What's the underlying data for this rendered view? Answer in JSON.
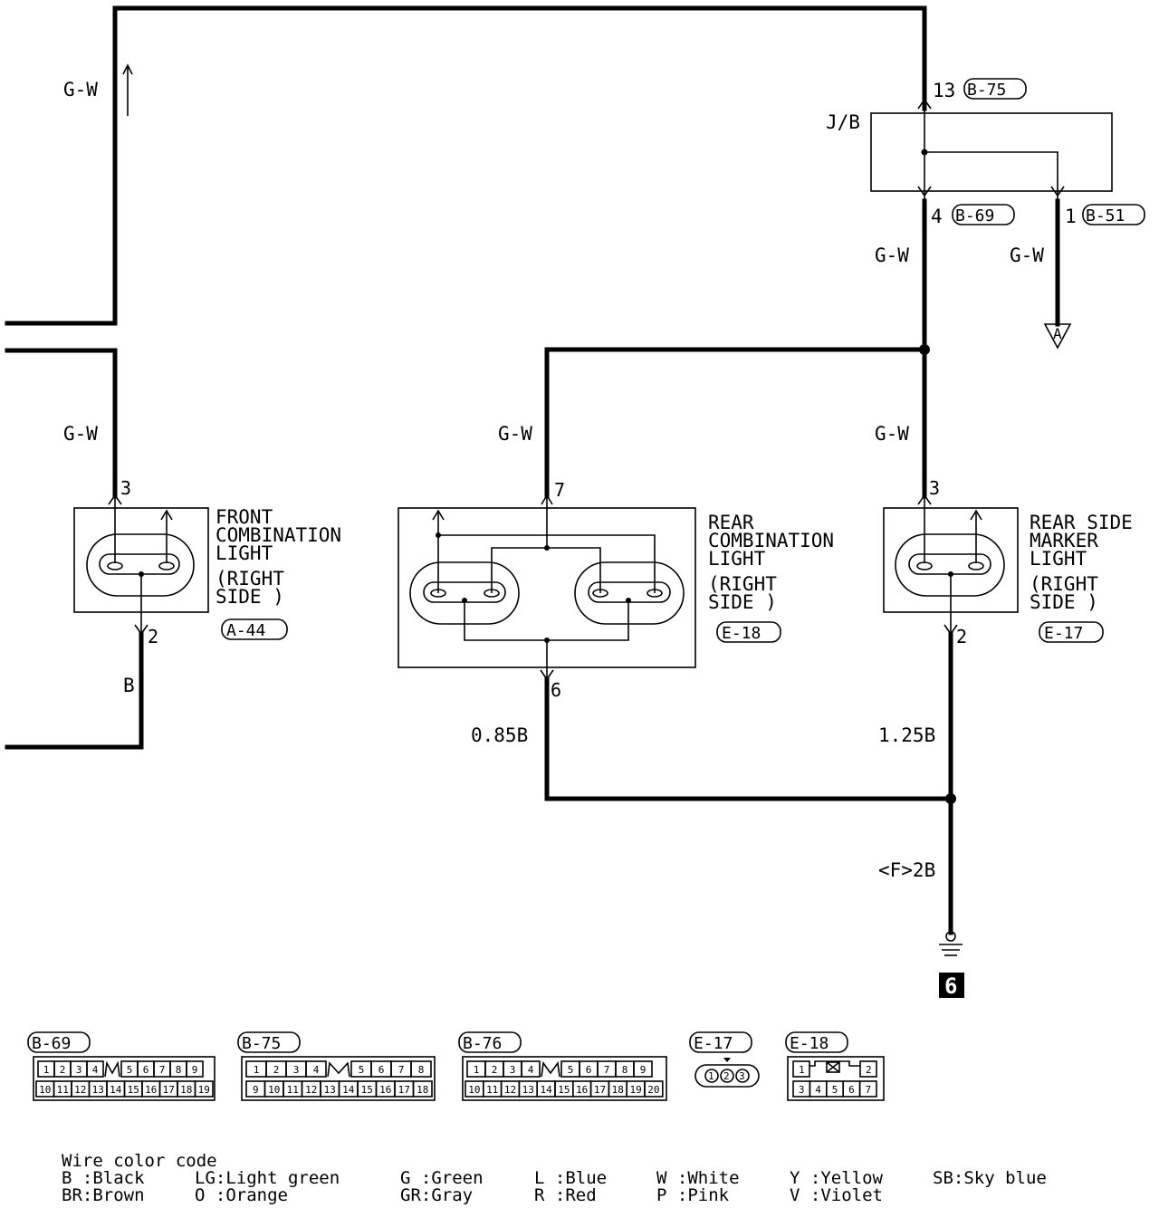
{
  "wires": {
    "gw": "G-W",
    "b": "B",
    "b085": "0.85B",
    "b125": "1.25B",
    "f2b": "<F>2B"
  },
  "junction_block": {
    "label": "J/B",
    "pin_top": "13",
    "conn_top": "B-75",
    "pin_left": "4",
    "conn_left": "B-69",
    "pin_right": "1",
    "conn_right": "B-51",
    "arrow_label": "A"
  },
  "front_light": {
    "name_lines": [
      "FRONT",
      "COMBINATION",
      "LIGHT",
      "(RIGHT",
      " SIDE )"
    ],
    "connector": "A-44",
    "pin_top": "3",
    "pin_bottom": "2"
  },
  "rear_light": {
    "name_lines": [
      "REAR",
      "COMBINATION",
      "LIGHT",
      "(RIGHT",
      " SIDE )"
    ],
    "connector": "E-18",
    "pin_top": "7",
    "pin_bottom": "6"
  },
  "marker_light": {
    "name_lines": [
      "REAR SIDE",
      "MARKER",
      "LIGHT",
      "(RIGHT",
      " SIDE )"
    ],
    "connector": "E-17",
    "pin_top": "3",
    "pin_bottom": "2"
  },
  "ground": {
    "number": "6"
  },
  "connectors": [
    {
      "name": "B-69",
      "row1": [
        "1",
        "2",
        "3",
        "4",
        "",
        "5",
        "6",
        "7",
        "8",
        "9"
      ],
      "row2": [
        "10",
        "11",
        "12",
        "13",
        "14",
        "15",
        "16",
        "17",
        "18",
        "19"
      ]
    },
    {
      "name": "B-75",
      "row1": [
        "1",
        "2",
        "3",
        "4",
        "",
        "5",
        "6",
        "7",
        "8"
      ],
      "row2": [
        "9",
        "10",
        "11",
        "12",
        "13",
        "14",
        "15",
        "16",
        "17",
        "18"
      ]
    },
    {
      "name": "B-76",
      "row1": [
        "1",
        "2",
        "3",
        "4",
        "",
        "5",
        "6",
        "7",
        "8",
        "9"
      ],
      "row2": [
        "10",
        "11",
        "12",
        "13",
        "14",
        "15",
        "16",
        "17",
        "18",
        "19",
        "20"
      ]
    },
    {
      "name": "E-17",
      "pins": [
        "1",
        "2",
        "3"
      ]
    },
    {
      "name": "E-18",
      "row1": [
        "1",
        "",
        "2"
      ],
      "row2": [
        "3",
        "4",
        "5",
        "6",
        "7"
      ]
    }
  ],
  "legend": {
    "title": "Wire color code",
    "entries": [
      [
        "B :Black",
        "LG:Light green",
        "G :Green",
        "L :Blue",
        "W :White",
        "Y :Yellow",
        "SB:Sky blue"
      ],
      [
        "BR:Brown",
        "O :Orange",
        "GR:Gray",
        "R :Red",
        "P :Pink",
        "V :Violet"
      ]
    ]
  }
}
